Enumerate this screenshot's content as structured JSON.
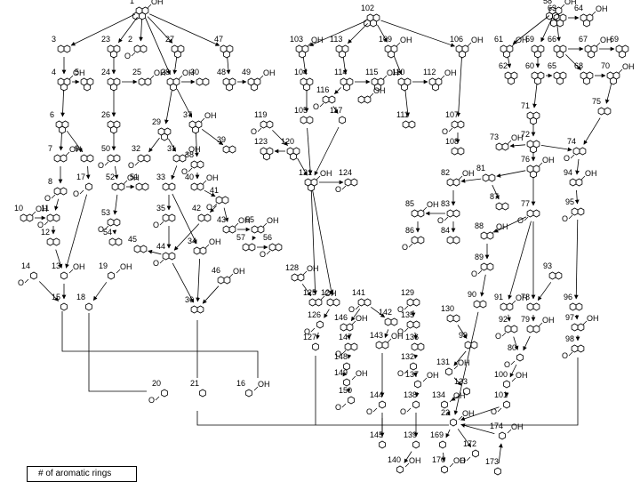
{
  "legend": {
    "title": "# of aromatic rings"
  },
  "compound_labels": [
    "1",
    "2",
    "3",
    "4",
    "5",
    "6",
    "7",
    "8",
    "9",
    "10",
    "11",
    "12",
    "13",
    "14",
    "15",
    "16",
    "17",
    "18",
    "19",
    "20",
    "21",
    "22",
    "23",
    "24",
    "25",
    "26",
    "27",
    "28",
    "29",
    "30",
    "31",
    "32",
    "33",
    "34",
    "35",
    "36",
    "37",
    "38",
    "39",
    "40",
    "41",
    "42",
    "43",
    "44",
    "45",
    "46",
    "47",
    "48",
    "49",
    "50",
    "51",
    "52",
    "53",
    "54",
    "55",
    "56",
    "57",
    "58",
    "59",
    "60",
    "61",
    "62",
    "63",
    "64",
    "65",
    "66",
    "67",
    "68",
    "69",
    "70",
    "71",
    "72",
    "73",
    "74",
    "75",
    "76",
    "77",
    "78",
    "79",
    "80",
    "81",
    "82",
    "83",
    "84",
    "85",
    "86",
    "87",
    "88",
    "89",
    "90",
    "91",
    "92",
    "93",
    "94",
    "95",
    "96",
    "97",
    "98",
    "99",
    "100",
    "101",
    "102",
    "103",
    "104",
    "105",
    "106",
    "107",
    "108",
    "109",
    "110",
    "111",
    "112",
    "113",
    "114",
    "115",
    "116",
    "117",
    "119",
    "120",
    "121",
    "123",
    "124",
    "125",
    "126",
    "127",
    "128",
    "129",
    "130",
    "131",
    "132",
    "133",
    "134",
    "135",
    "136",
    "137",
    "138",
    "139",
    "140",
    "141",
    "142",
    "143",
    "144",
    "145",
    "146",
    "147",
    "148",
    "149",
    "150",
    "169",
    "170",
    "172",
    "173",
    "174"
  ],
  "substituent_labels": {
    "hydroxyl": "OH",
    "carbonyl": "O",
    "methyl": "CH3"
  },
  "colors": {
    "line": "#000000",
    "background": "#ffffff"
  }
}
